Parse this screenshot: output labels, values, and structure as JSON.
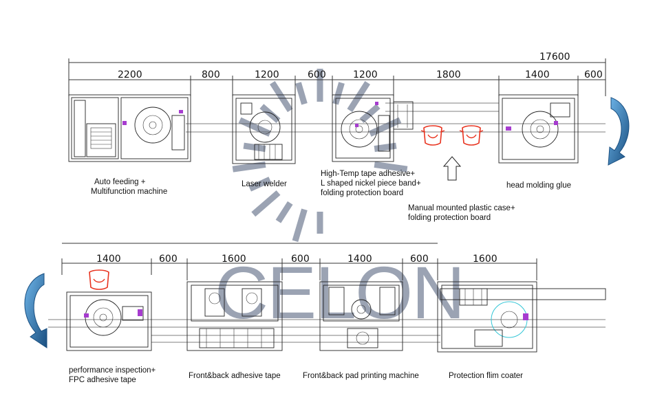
{
  "watermark": {
    "text": "CELON",
    "color": "#8a93a6"
  },
  "top_row": {
    "total_length": "17600",
    "segments": [
      "2200",
      "800",
      "1200",
      "600",
      "1200",
      "1800",
      "1400",
      "600"
    ],
    "labels": {
      "auto_feeding": [
        "Auto feeding +",
        "Multifunction machine"
      ],
      "laser_welder": [
        "Laser welder"
      ],
      "hightemp": [
        "High-Temp tape adhesive+",
        "L shaped nickel piece band+",
        "folding protection board"
      ],
      "manual": [
        "Manual mounted plastic case+",
        "folding protection board"
      ],
      "head_molding": [
        "head molding glue"
      ]
    }
  },
  "bottom_row": {
    "segments": [
      "1400",
      "600",
      "1600",
      "600",
      "1400",
      "600",
      "1600"
    ],
    "labels": {
      "performance": [
        "performance inspection+",
        "FPC adhesive tape"
      ],
      "front_back_adhesive": [
        "Front&back adhesive tape"
      ],
      "pad_printing": [
        "Front&back pad printing machine"
      ],
      "protection_film": [
        "Protection flim coater"
      ]
    }
  },
  "colors": {
    "flow_arrow": "#2b7fc0",
    "flow_arrow_dark": "#1a4f80",
    "plastic_case": "#e8321e",
    "accent_purple": "#a63ccf",
    "accent_cyan": "#33c6d6"
  },
  "icons": [
    "curved-flow-arrow-icon",
    "up-arrow-icon",
    "plastic-case-icon"
  ]
}
